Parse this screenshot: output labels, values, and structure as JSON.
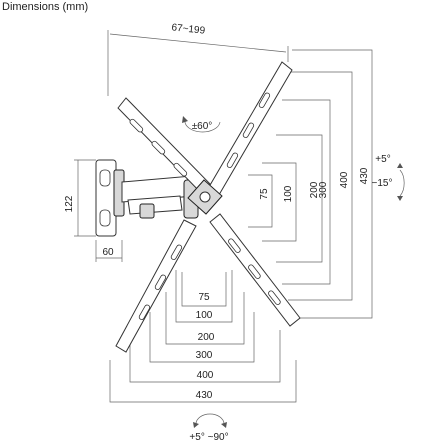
{
  "title": "Dimensions (mm)",
  "labels": {
    "arm_extension": "67~199",
    "swivel": "±60°",
    "wall_plate_height": "122",
    "wall_plate_width": "60",
    "tilt_up": "+5°",
    "tilt_down": "−15°",
    "rotation": "+5° ~90°"
  },
  "vertical_vesa": [
    "75",
    "100",
    "200",
    "300",
    "400",
    "430"
  ],
  "horizontal_vesa": [
    "75",
    "100",
    "200",
    "300",
    "400",
    "430"
  ]
}
